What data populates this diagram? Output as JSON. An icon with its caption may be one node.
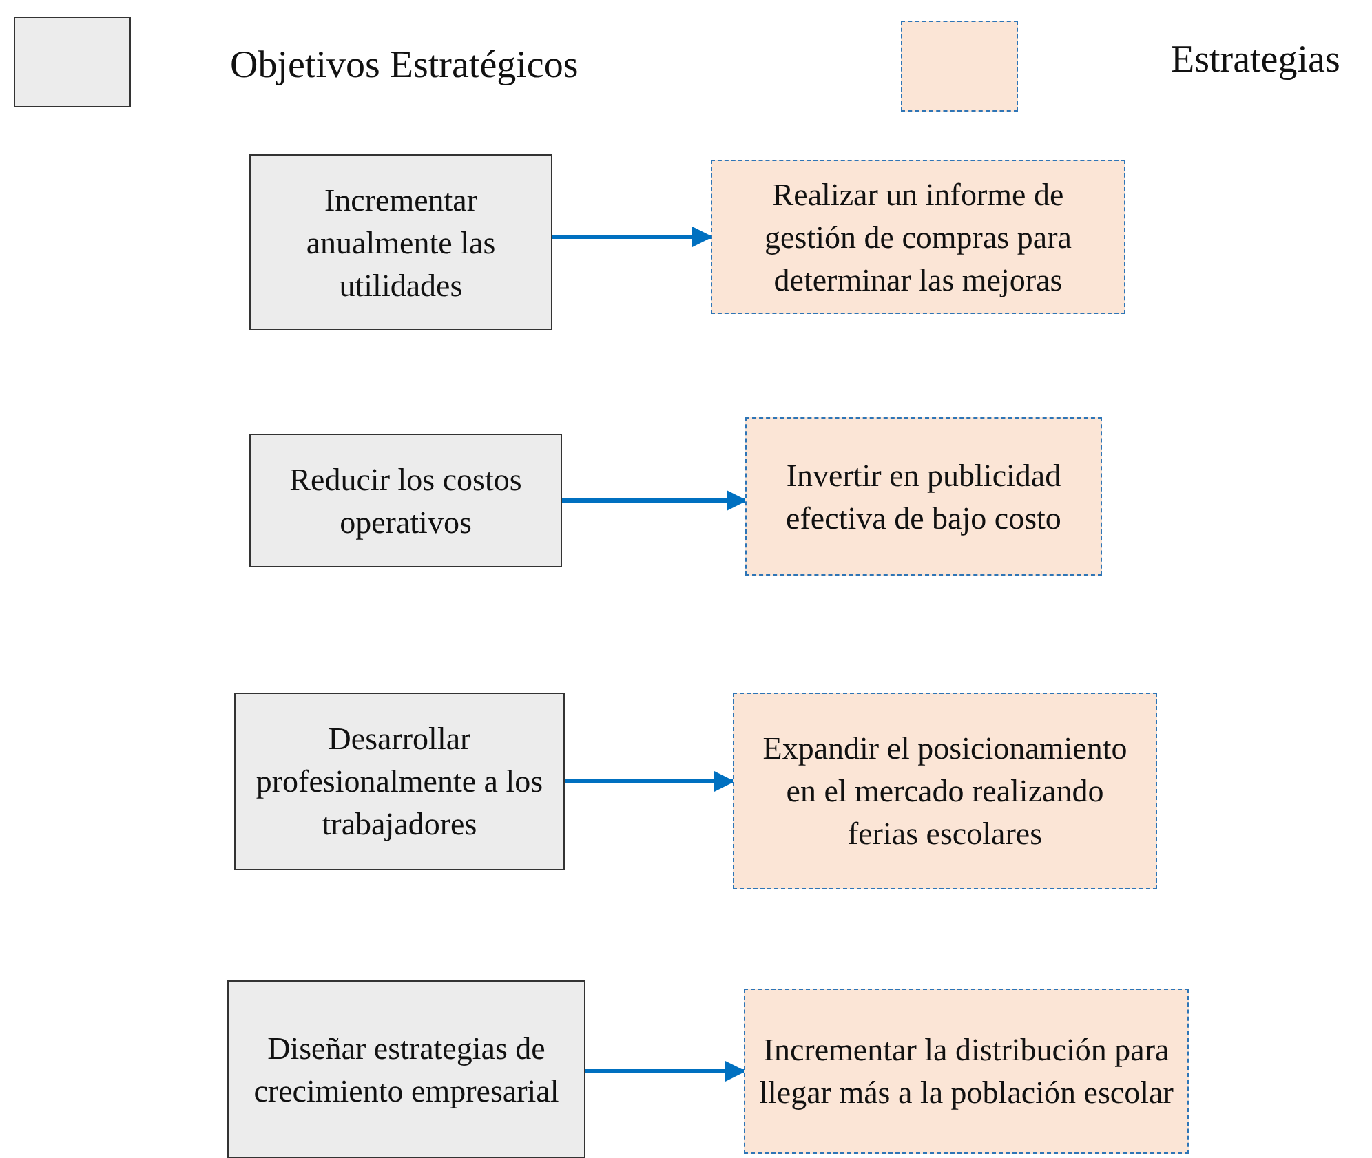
{
  "diagram": {
    "nodes": [
      {
        "text": [
          "Incrementar anualmente las utilidades"
        ]
      },
      {
        "text": [
          "Realizar un informe de gestión de compras para determinar las mejoras"
        ]
      },
      {
        "text": [
          "Reducir los costos operativos"
        ]
      },
      {
        "text": [
          "Invertir en publicidad efectiva de bajo costo"
        ]
      },
      {
        "text": [
          "Desarrollar profesionalmente a los trabajadores"
        ]
      },
      {
        "text": [
          "Expandir el posicionamiento en el mercado realizando ferias escolares"
        ]
      },
      {
        "text": [
          "Diseñar estrategias de crecimiento empresarial"
        ]
      },
      {
        "text": [
          "Incrementar la distribución para llegar más a la población escolar"
        ]
      }
    ],
    "edges": [
      {
        "from": 0,
        "to": 1,
        "arrow": "to"
      },
      {
        "from": 2,
        "to": 3,
        "arrow": "to"
      },
      {
        "from": 4,
        "to": 5,
        "arrow": "to"
      },
      {
        "from": 6,
        "to": 7,
        "arrow": "to"
      }
    ],
    "legend": [
      {
        "text": "Objetivos Estratégicos",
        "color": "#ececec"
      },
      {
        "text": "Estrategias",
        "color": "#fbe5d6"
      }
    ]
  }
}
